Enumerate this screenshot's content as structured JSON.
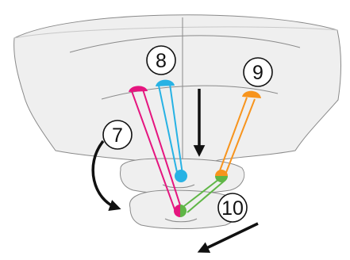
{
  "labels": {
    "seven": "7",
    "eight": "8",
    "nine": "9",
    "ten": "10"
  },
  "colors": {
    "magenta": "#e5157f",
    "cyan": "#27b2e4",
    "orange": "#f7941d",
    "green": "#5fb646",
    "surface_fill": "#efefef",
    "outline": "#8a8a8a",
    "arrow": "#111111"
  }
}
